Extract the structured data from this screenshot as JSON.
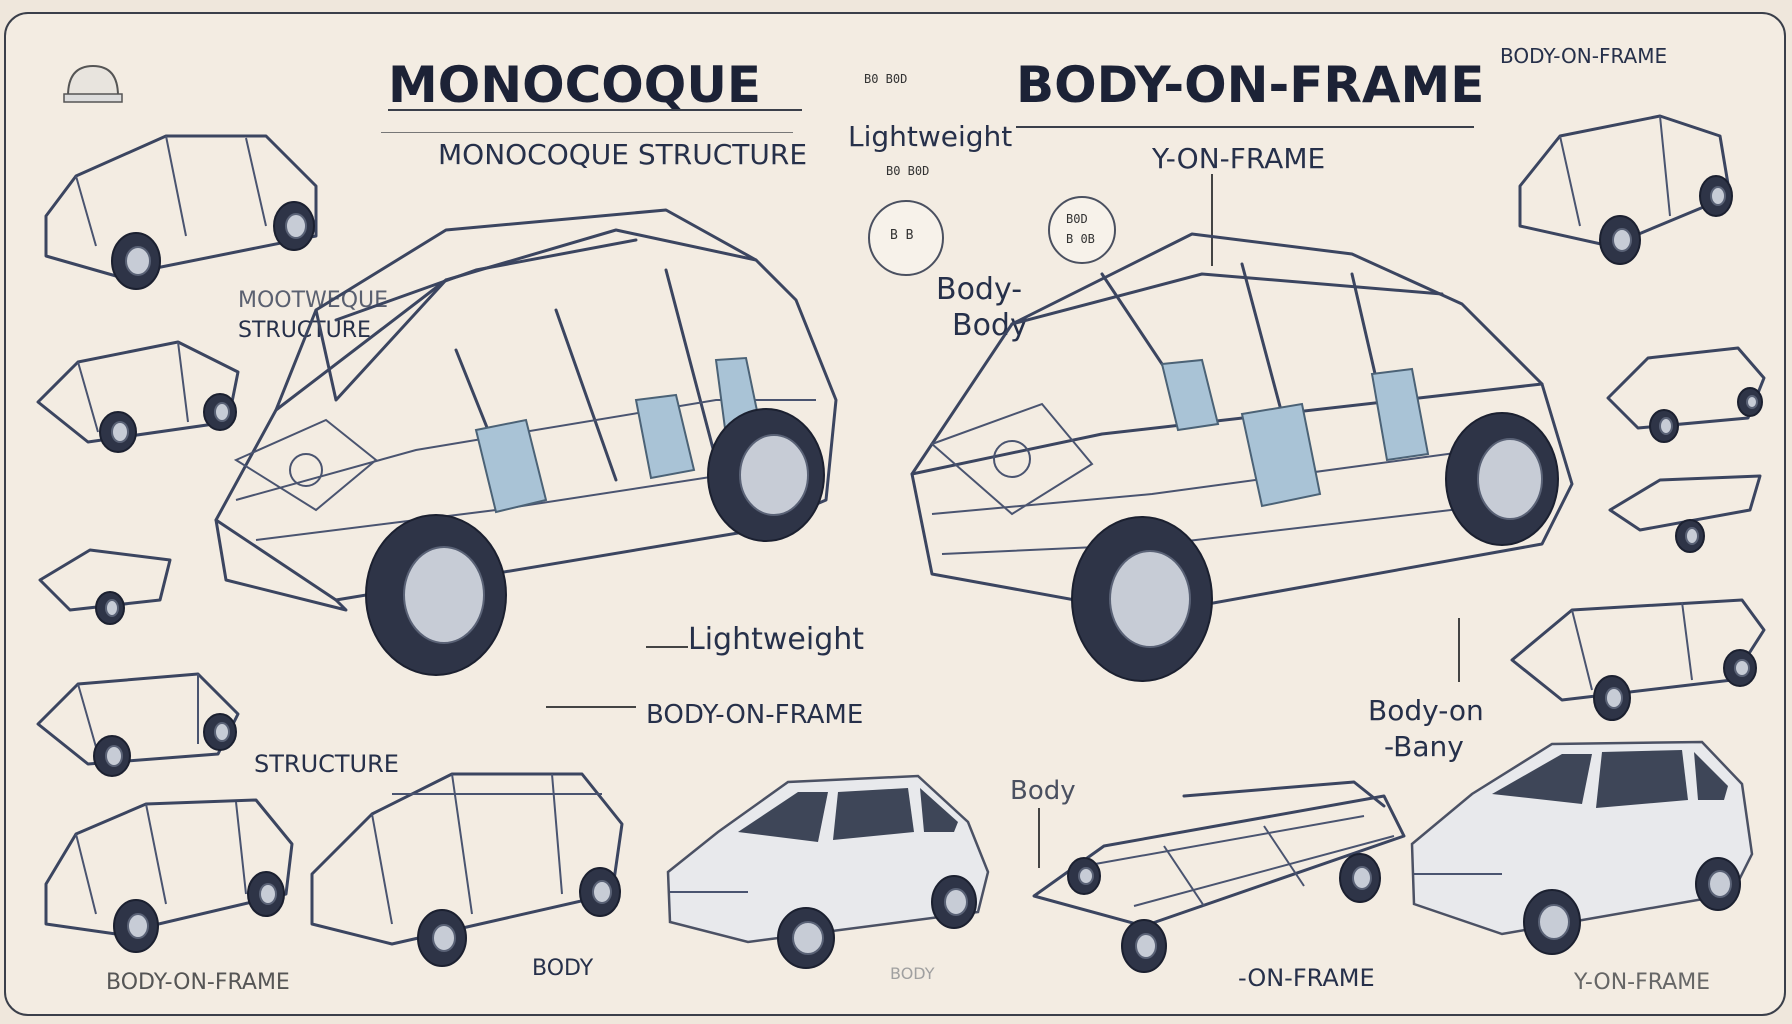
{
  "headings": {
    "left_title": "MONOCOQUE",
    "right_title": "BODY-ON-FRAME",
    "left_subtitle": "MONOCOQUE STRUCTURE",
    "right_subtitle": "Y-ON-FRAME",
    "corner_label": "BODY-ON-FRAME"
  },
  "center": {
    "small_text_top": "B0 B0D",
    "lightweight": "Lightweight",
    "small_text_bottom": "B0 B0D",
    "badge_left": "B B",
    "badge_right_top": "B0D",
    "badge_right_bottom": "B 0B"
  },
  "labels": {
    "monocoque_structure_top": "MOOTWEQUE",
    "monocoque_structure_bottom": "STRUCTURE",
    "body_top": "Body-",
    "body_bottom": "Body",
    "lightweight_lower": "Lightweight",
    "body_on_frame_center": "BODY-ON-FRAME",
    "body_on_right_top": "Body-on",
    "body_on_right_bottom": "-Bany",
    "structure_left": "STRUCTURE",
    "body_mid": "Body",
    "body_bottom_left": "BODY-ON-FRAME",
    "body_bottom_center": "BODY",
    "body_bottom_faint": "BODY",
    "on_frame_bottom": "-ON-FRAME",
    "on_frame_bottom_right": "Y-ON-FRAME"
  },
  "icons": {
    "helmet": "helmet-icon",
    "badge_left": "gauge-badge-icon",
    "badge_right": "gauge-badge-icon"
  }
}
